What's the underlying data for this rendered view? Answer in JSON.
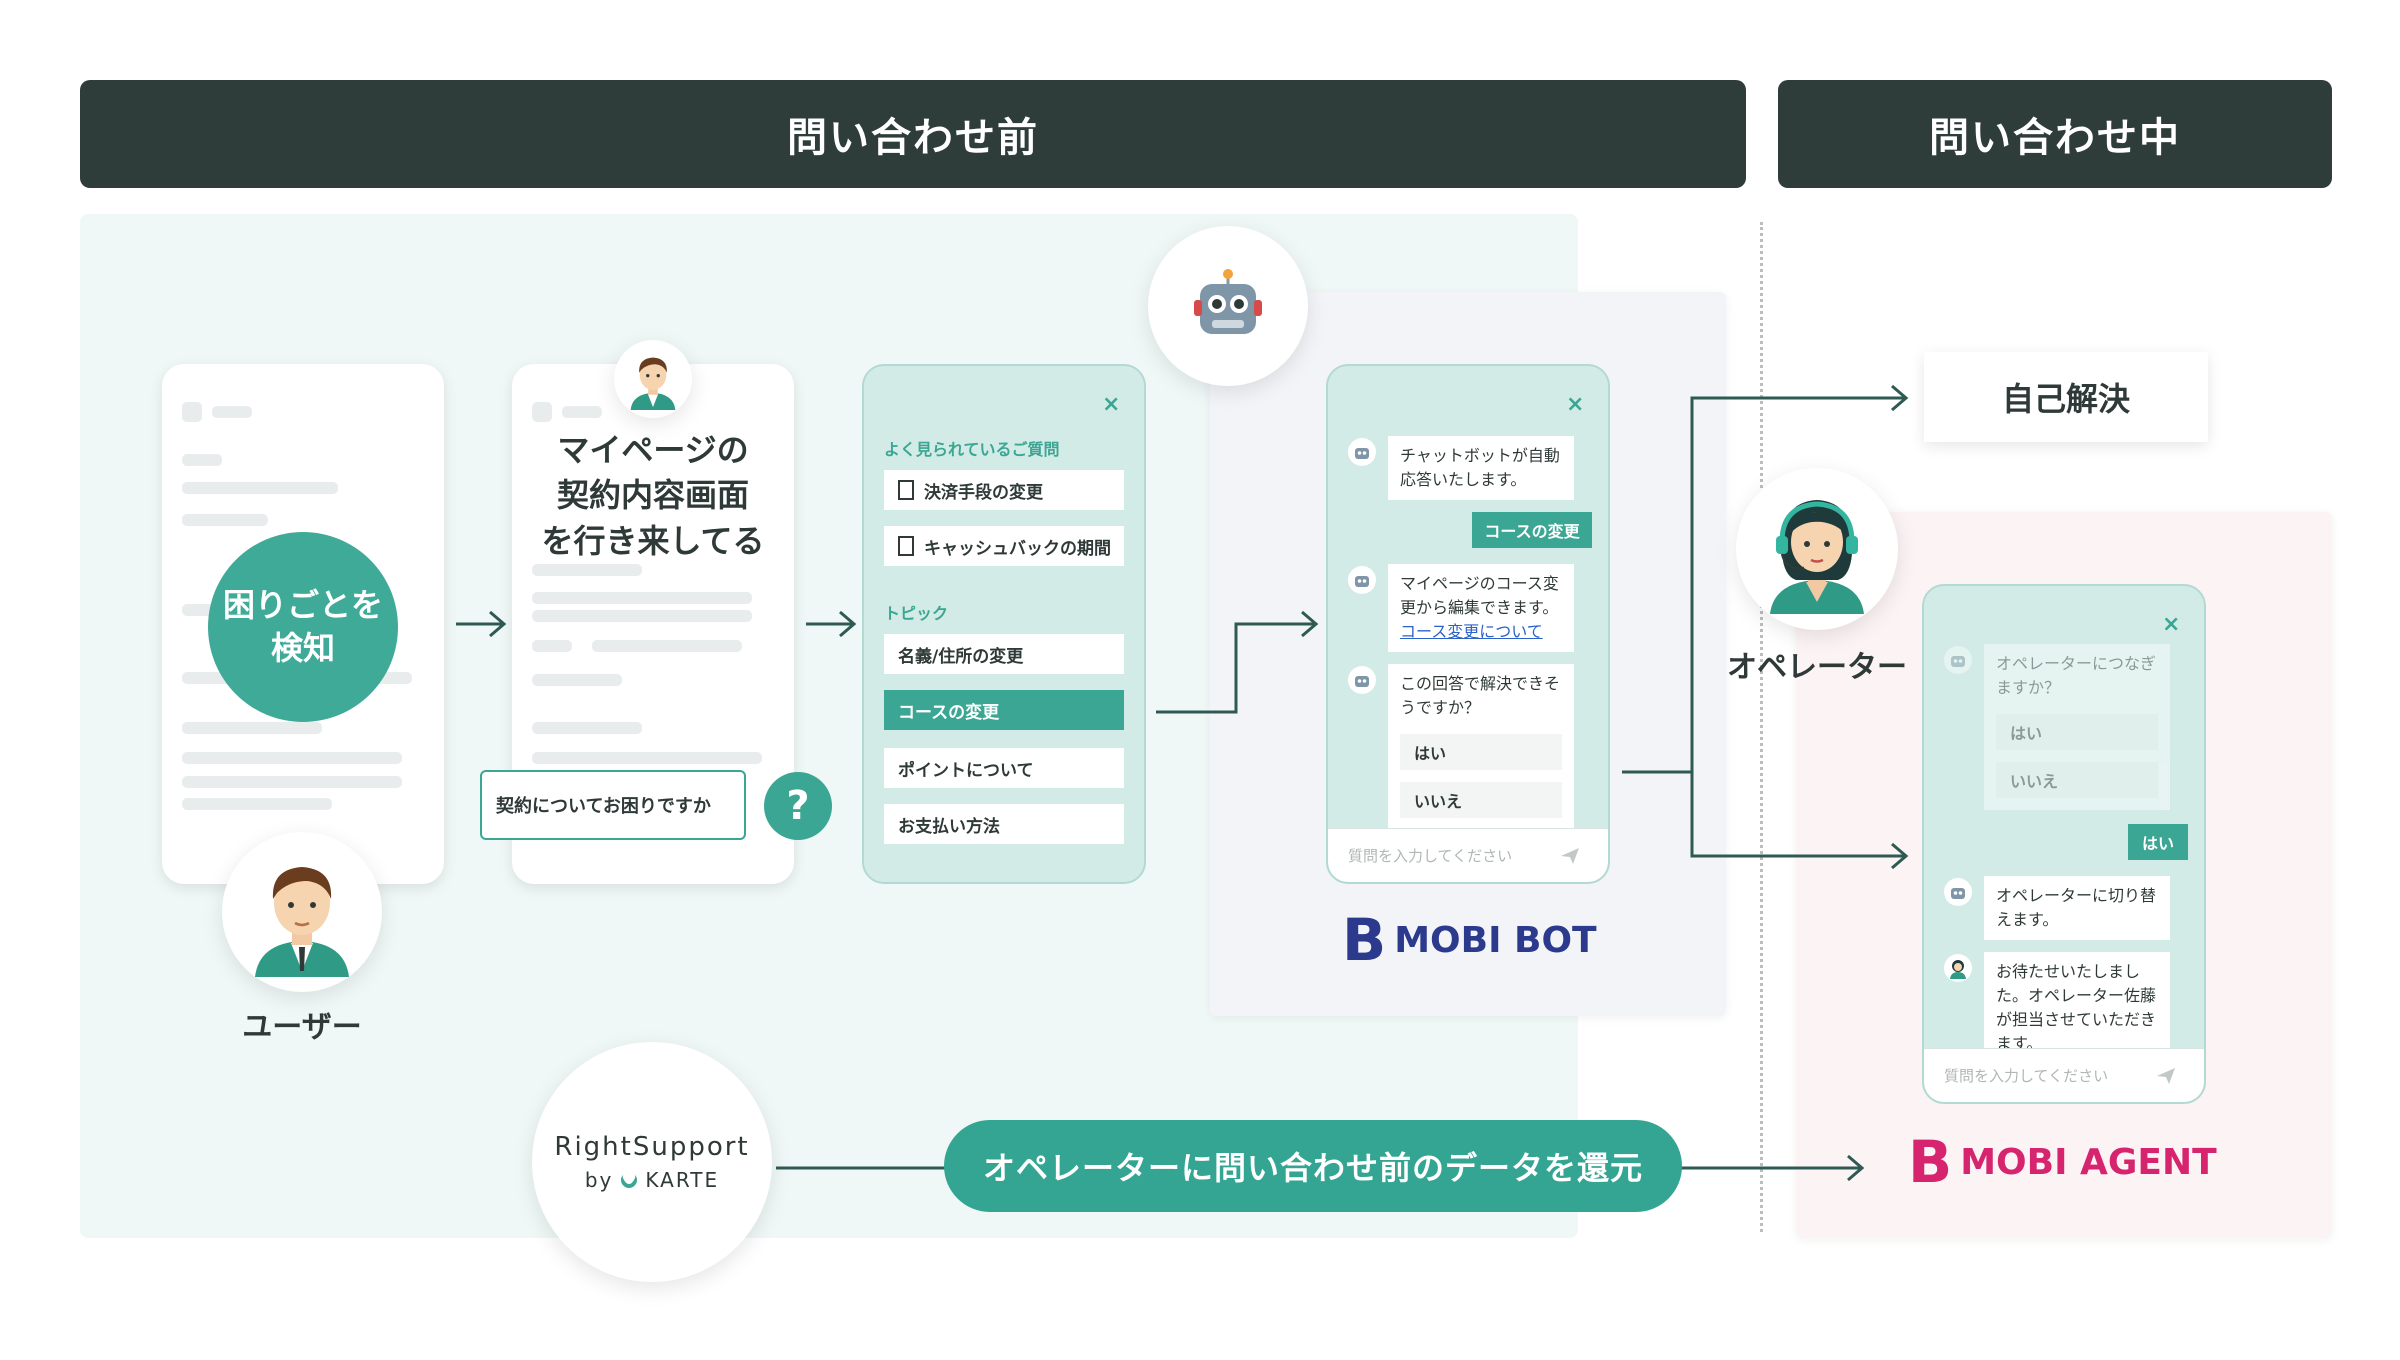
{
  "headers": {
    "before": "問い合わせ前",
    "during": "問い合わせ中"
  },
  "user": {
    "detect_text": "困りごとを\n検知",
    "label": "ユーザー"
  },
  "mypage": {
    "text": "マイページの\n契約内容画面\nを行き来してる",
    "prompt": "契約についてお困りですか",
    "question_mark": "?"
  },
  "faq_widget": {
    "close": "×",
    "faq_label": "よく見られているご質問",
    "faq_items": [
      "決済手段の変更",
      "キャッシュバックの期間"
    ],
    "topic_label": "トピック",
    "topic_items": [
      "名義/住所の変更",
      "コースの変更",
      "ポイントについて",
      "お支払い方法"
    ]
  },
  "bot_chat": {
    "close": "×",
    "msg1": "チャットボットが自動\n応答いたします。",
    "user_msg": "コースの変更",
    "msg2": "マイページのコース変\n更から編集できます。",
    "msg2_link": "コース変更について",
    "msg3": "この回答で解決できそ\nうですか？",
    "choice_yes": "はい",
    "choice_no": "いいえ",
    "input_placeholder": "質問を入力してください"
  },
  "mobibot": {
    "logo_letter": "B",
    "name": "MOBI BOT"
  },
  "self_resolve": "自己解決",
  "operator": {
    "label": "オペレーター"
  },
  "agent_chat": {
    "close": "×",
    "msg1": "オペレーターにつなぎ\nますか？",
    "choice_yes": "はい",
    "choice_no": "いいえ",
    "user_msg": "はい",
    "msg2": "オペレーターに切り替\nえます。",
    "msg3": "お待たせいたしまし\nた。オペレーター佐藤\nが担当させていただき\nます。",
    "input_placeholder": "質問を入力してください"
  },
  "mobiagent": {
    "logo_letter": "B",
    "name": "MOBI AGENT"
  },
  "rightsupport": {
    "name": "RightSupport",
    "by": "by",
    "karte": "KARTE"
  },
  "data_return": "オペレーターに問い合わせ前のデータを還元",
  "colors": {
    "teal": "#3aa693",
    "dark": "#2f3d3a",
    "bot_blue": "#2b3a8c",
    "agent_pink": "#d6246e"
  }
}
